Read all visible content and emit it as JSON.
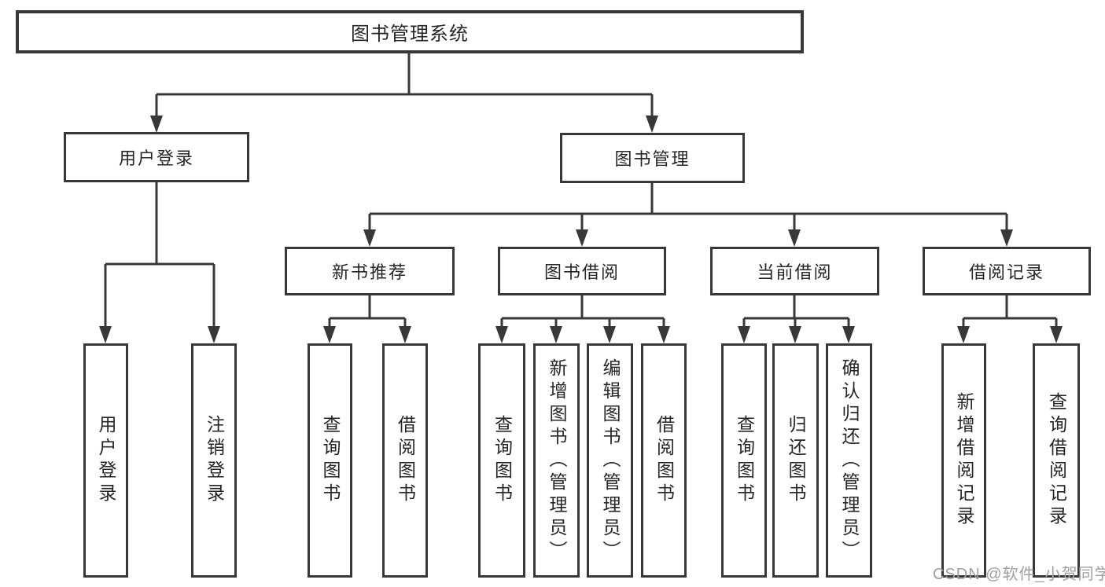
{
  "tree": {
    "label": "图书管理系统",
    "children": [
      {
        "label": "用户登录",
        "children": [
          {
            "label": "用户登录"
          },
          {
            "label": "注销登录"
          }
        ]
      },
      {
        "label": "图书管理",
        "children": [
          {
            "label": "新书推荐",
            "children": [
              {
                "label": "查询图书"
              },
              {
                "label": "借阅图书"
              }
            ]
          },
          {
            "label": "图书借阅",
            "children": [
              {
                "label": "查询图书"
              },
              {
                "label": "新增图书（管理员）"
              },
              {
                "label": "编辑图书（管理员）"
              },
              {
                "label": "借阅图书"
              }
            ]
          },
          {
            "label": "当前借阅",
            "children": [
              {
                "label": "查询图书"
              },
              {
                "label": "归还图书"
              },
              {
                "label": "确认归还（管理员）"
              }
            ]
          },
          {
            "label": "借阅记录",
            "children": [
              {
                "label": "新增借阅记录"
              },
              {
                "label": "查询借阅记录"
              }
            ]
          }
        ]
      }
    ]
  },
  "watermark": {
    "text": "CSDN @软件_小贺同学",
    "color": "#9f9f9f"
  },
  "colors": {
    "line": "#383838",
    "text": "#262626",
    "background": "#ffffff"
  }
}
